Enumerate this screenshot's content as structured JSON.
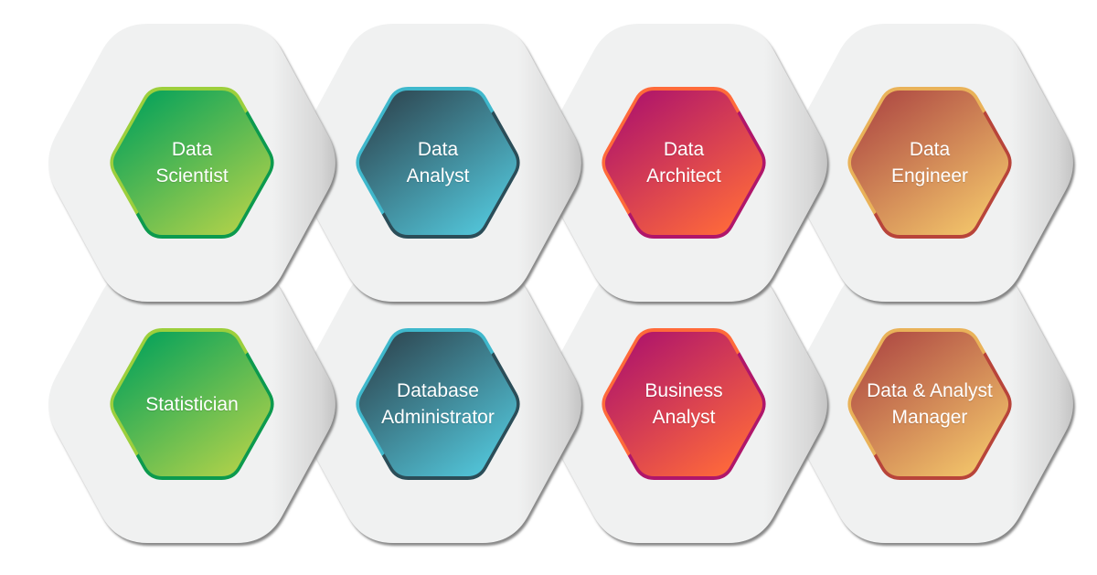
{
  "diagram": {
    "type": "hexagon-grid",
    "rows": 2,
    "columns": 4,
    "background_hex_color": "#f0f1f1",
    "background_hex_shadow": "#7a7a7a",
    "text_color": "#ffffff",
    "tiles": [
      {
        "row": 0,
        "col": 0,
        "lines": [
          "Data",
          "Scientist"
        ],
        "theme": "green"
      },
      {
        "row": 0,
        "col": 1,
        "lines": [
          "Data",
          "Analyst"
        ],
        "theme": "teal"
      },
      {
        "row": 0,
        "col": 2,
        "lines": [
          "Data",
          "Architect"
        ],
        "theme": "magenta"
      },
      {
        "row": 0,
        "col": 3,
        "lines": [
          "Data",
          "Engineer"
        ],
        "theme": "orange"
      },
      {
        "row": 1,
        "col": 0,
        "lines": [
          "Statistician"
        ],
        "theme": "green"
      },
      {
        "row": 1,
        "col": 1,
        "lines": [
          "Database",
          "Administrator"
        ],
        "theme": "teal"
      },
      {
        "row": 1,
        "col": 2,
        "lines": [
          "Business",
          "Analyst"
        ],
        "theme": "magenta"
      },
      {
        "row": 1,
        "col": 3,
        "lines": [
          "Data & Analyst",
          "Manager"
        ],
        "theme": "orange"
      }
    ],
    "themes": {
      "green": {
        "start": "#0aa35a",
        "end": "#aed14a",
        "border_light": "#9ccf3c",
        "border_dark": "#0c9a4e"
      },
      "teal": {
        "start": "#2f4a55",
        "end": "#52c5d9",
        "border_light": "#3fb8cc",
        "border_dark": "#2b4d58"
      },
      "magenta": {
        "start": "#b0166a",
        "end": "#ff6a3a",
        "border_light": "#ff6a3a",
        "border_dark": "#b0166a"
      },
      "orange": {
        "start": "#b04c44",
        "end": "#f2c46a",
        "border_light": "#e9b259",
        "border_dark": "#b8443a"
      }
    }
  }
}
